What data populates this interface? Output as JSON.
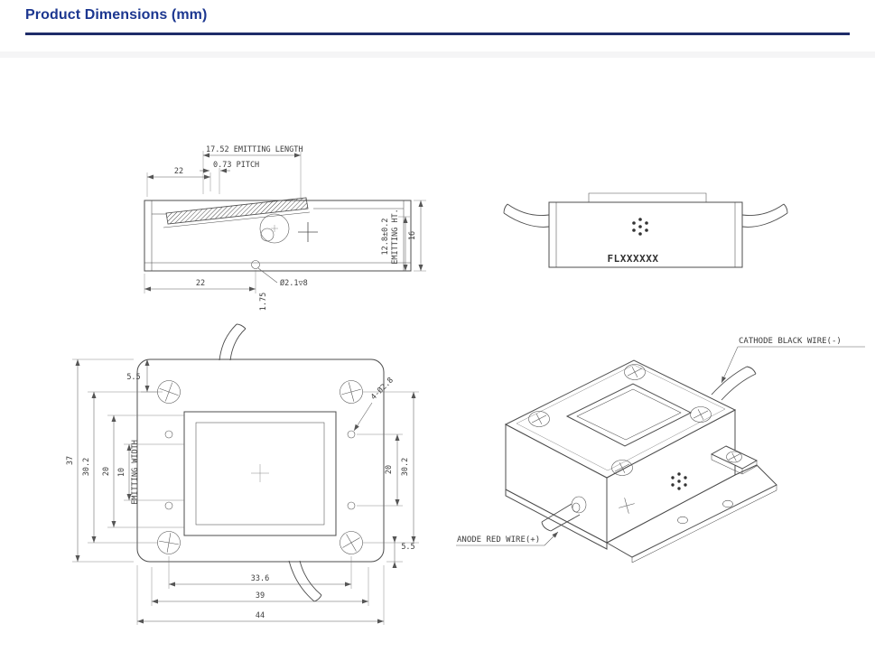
{
  "header": {
    "title": "Product Dimensions (mm)"
  },
  "colors": {
    "accent": "#1c3790",
    "rule": "#1f2c69",
    "drawing_line": "#4c4c4c"
  },
  "front_view": {
    "emitting_length": "17.52 EMITTING LENGTH",
    "pitch": "0.73 PITCH",
    "width_top": "22",
    "emitting_ht_value": "12.8±0.2",
    "emitting_ht_label": "EMITTING HT.",
    "height": "16",
    "width_bottom": "22",
    "hole_offset": "1.75",
    "hole_spec": "Ø2.1▽8"
  },
  "side_view": {
    "model": "FLXXXXXX"
  },
  "top_view": {
    "overall_height": "37",
    "screw_spacing": "30.2",
    "inner_height": "20",
    "emitting_width_value": "10",
    "emitting_width_label": "EMITTING WIDTH",
    "edge_offset_top": "5.5",
    "hole_spec": "4-Ø2.8",
    "hole_spacing": "20",
    "screw_spacing_right": "30.2",
    "edge_offset_bottom": "5.5",
    "width_inner": "33.6",
    "width_mid": "39",
    "width_overall": "44"
  },
  "iso_view": {
    "cathode_label": "CATHODE BLACK WIRE(-)",
    "anode_label": "ANODE RED WIRE(+)"
  }
}
